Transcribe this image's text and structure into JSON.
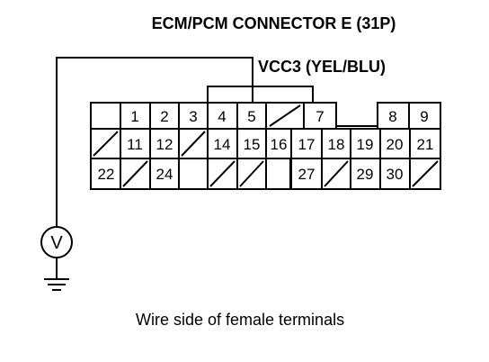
{
  "title": "ECM/PCM CONNECTOR E (31P)",
  "wire_label": "VCC3 (YEL/BLU)",
  "caption": "Wire side of female terminals",
  "meter_symbol": "V",
  "rows": [
    [
      "1",
      "2",
      "3",
      "4",
      "5",
      "",
      "7",
      "",
      "8",
      "9"
    ],
    [
      "",
      "11",
      "12",
      "",
      "14",
      "15",
      "16",
      "17",
      "18",
      "19",
      "20",
      "21"
    ],
    [
      "22",
      "",
      "24",
      "",
      "",
      "27",
      "",
      "29",
      "30",
      ""
    ]
  ]
}
